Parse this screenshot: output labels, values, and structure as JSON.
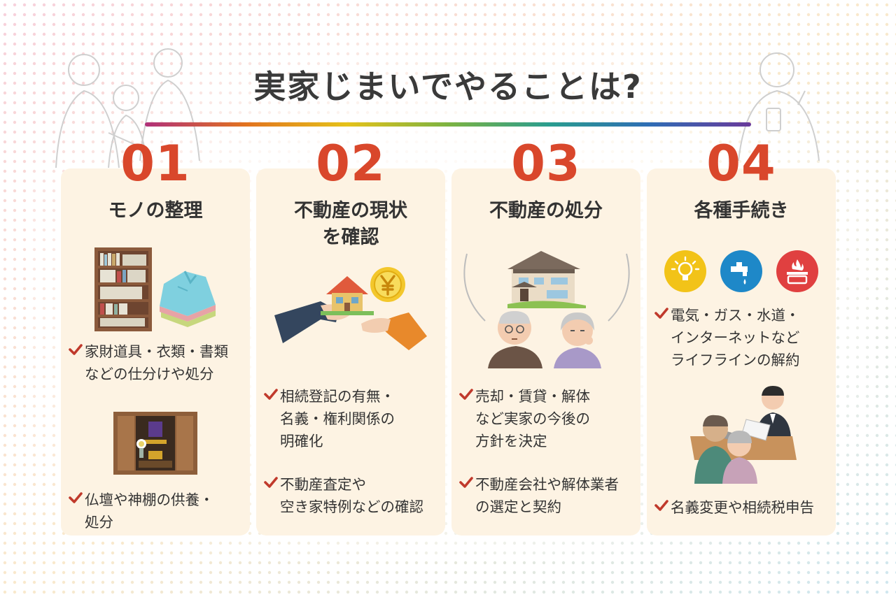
{
  "title": "実家じまいでやることは?",
  "colors": {
    "accent_number": "#d9472b",
    "card_bg": "#fdf3e3",
    "check": "#c0392b"
  },
  "steps": [
    {
      "number": "01",
      "title": "モノの整理",
      "items": [
        "家財道具・衣類・書類\nなどの仕分けや処分",
        "仏壇や神棚の供養・\n処分"
      ],
      "illustrations": [
        "bookshelf-illustration",
        "folded-clothes-illustration",
        "butsudan-illustration"
      ]
    },
    {
      "number": "02",
      "title": "不動産の現状\nを確認",
      "items": [
        "相続登記の有無・\n名義・権利関係の\n明確化",
        "不動産査定や\n空き家特例などの確認"
      ],
      "illustrations": [
        "house-handover-illustration",
        "yen-coin-icon"
      ]
    },
    {
      "number": "03",
      "title": "不動産の処分",
      "items": [
        "売却・賃貸・解体\nなど実家の今後の\n方針を決定",
        "不動産会社や解体業者\nの選定と契約"
      ],
      "illustrations": [
        "house-illustration",
        "elderly-couple-illustration"
      ]
    },
    {
      "number": "04",
      "title": "各種手続き",
      "items": [
        "電気・ガス・水道・\nインターネットなど\nライフラインの解約",
        "名義変更や相続税申告"
      ],
      "illustrations": [
        "light-bulb-icon",
        "water-faucet-icon",
        "gas-stove-icon",
        "consultation-illustration"
      ]
    }
  ]
}
